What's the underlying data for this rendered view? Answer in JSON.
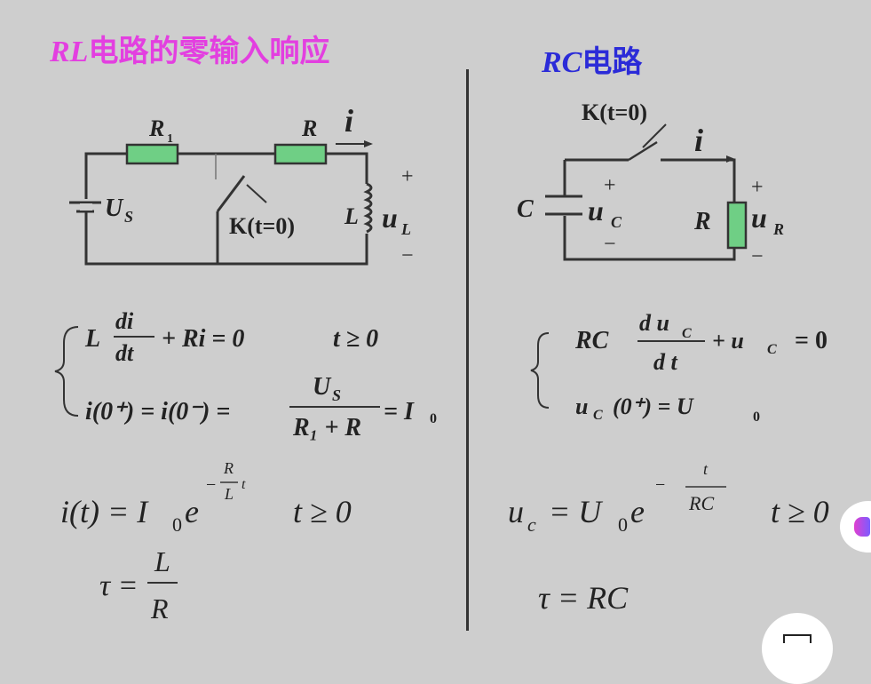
{
  "left": {
    "title_latin": "RL",
    "title_cn": "电路的零输入响应",
    "circuit": {
      "r1": "R",
      "r1_sub": "1",
      "r": "R",
      "current": "i",
      "source": "U",
      "source_sub": "S",
      "switch": "K(t=0)",
      "inductor": "L",
      "voltage": "u",
      "voltage_sub": "L",
      "plus": "+",
      "minus": "−"
    },
    "eq1": {
      "L": "L",
      "num": "di",
      "den": "dt",
      "rest": "+ Ri = 0",
      "cond": "t ≥ 0"
    },
    "eq2": {
      "lhs": "i(0⁺) = i(0⁻) =",
      "num": "U",
      "num_sub": "S",
      "den": "R₁ + R",
      "rhs": "= I",
      "rhs_sub": "0"
    },
    "solution": {
      "lhs": "i(t) = I",
      "sub": "0",
      "e": "e",
      "exp_sign": "−",
      "exp_num": "R",
      "exp_den": "L",
      "exp_t": "t",
      "cond": "t ≥ 0"
    },
    "tau": {
      "lhs": "τ =",
      "num": "L",
      "den": "R"
    }
  },
  "right": {
    "title_latin": "RC",
    "title_cn": "电路",
    "circuit": {
      "switch": "K(t=0)",
      "current": "i",
      "cap": "C",
      "vc": "u",
      "vc_sub": "C",
      "r": "R",
      "vr": "u",
      "vr_sub": "R",
      "plus": "+",
      "minus": "−"
    },
    "eq1": {
      "lhs": "RC",
      "num": "d u",
      "num_sub": "C",
      "den": "d t",
      "rest": "+ u",
      "rest_sub": "C",
      "rhs": "= 0"
    },
    "eq2": {
      "text": "u",
      "sub": "C",
      "rest": "(0⁺) = U",
      "rest_sub": "0"
    },
    "solution": {
      "lhs": "u",
      "sub": "c",
      "mid": "= U",
      "mid_sub": "0",
      "e": "e",
      "exp_sign": "−",
      "exp_num": "t",
      "exp_den": "RC",
      "cond": "t ≥ 0"
    },
    "tau": {
      "text": "τ = RC"
    }
  },
  "colors": {
    "left_title": "#e33fe0",
    "right_title": "#2b2bd8",
    "resistor": "#6fcf85"
  }
}
